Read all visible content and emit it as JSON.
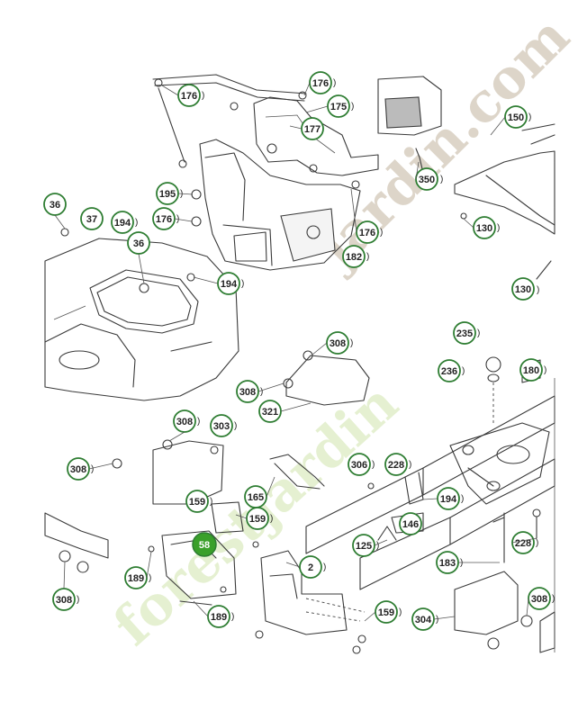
{
  "callouts": [
    {
      "id": "176-a",
      "label": "176"
    },
    {
      "id": "176-b",
      "label": "176"
    },
    {
      "id": "175",
      "label": "175"
    },
    {
      "id": "177",
      "label": "177"
    },
    {
      "id": "150",
      "label": "150"
    },
    {
      "id": "350",
      "label": "350"
    },
    {
      "id": "130-a",
      "label": "130"
    },
    {
      "id": "130-b",
      "label": "130"
    },
    {
      "id": "195",
      "label": "195"
    },
    {
      "id": "176-c",
      "label": "176"
    },
    {
      "id": "176-d",
      "label": "176"
    },
    {
      "id": "182",
      "label": "182"
    },
    {
      "id": "36-a",
      "label": "36"
    },
    {
      "id": "37",
      "label": "37"
    },
    {
      "id": "194-a",
      "label": "194"
    },
    {
      "id": "36-b",
      "label": "36"
    },
    {
      "id": "194-b",
      "label": "194"
    },
    {
      "id": "308-a",
      "label": "308"
    },
    {
      "id": "235",
      "label": "235"
    },
    {
      "id": "236",
      "label": "236"
    },
    {
      "id": "180",
      "label": "180"
    },
    {
      "id": "308-b",
      "label": "308"
    },
    {
      "id": "321",
      "label": "321"
    },
    {
      "id": "308-c",
      "label": "308"
    },
    {
      "id": "303",
      "label": "303"
    },
    {
      "id": "308-d",
      "label": "308"
    },
    {
      "id": "306",
      "label": "306"
    },
    {
      "id": "228-a",
      "label": "228"
    },
    {
      "id": "159-a",
      "label": "159"
    },
    {
      "id": "165",
      "label": "165"
    },
    {
      "id": "159-b",
      "label": "159"
    },
    {
      "id": "194-c",
      "label": "194"
    },
    {
      "id": "146",
      "label": "146"
    },
    {
      "id": "125",
      "label": "125"
    },
    {
      "id": "228-b",
      "label": "228"
    },
    {
      "id": "183",
      "label": "183"
    },
    {
      "id": "58",
      "label": "58"
    },
    {
      "id": "189-a",
      "label": "189"
    },
    {
      "id": "2",
      "label": "2"
    },
    {
      "id": "308-e",
      "label": "308"
    },
    {
      "id": "159-c",
      "label": "159"
    },
    {
      "id": "304",
      "label": "304"
    },
    {
      "id": "189-b",
      "label": "189"
    },
    {
      "id": "308-f",
      "label": "308"
    }
  ],
  "highlight_part": "58",
  "watermark": {
    "text_top": "jardin.com",
    "text_bottom": "forestjardin",
    "color_top": "#b5a48a",
    "color_bottom": "#c6df9a",
    "color_accent": "#f0b45a"
  },
  "colors": {
    "callout_ring": "#2e7d32",
    "highlight": "#3aa02a"
  }
}
